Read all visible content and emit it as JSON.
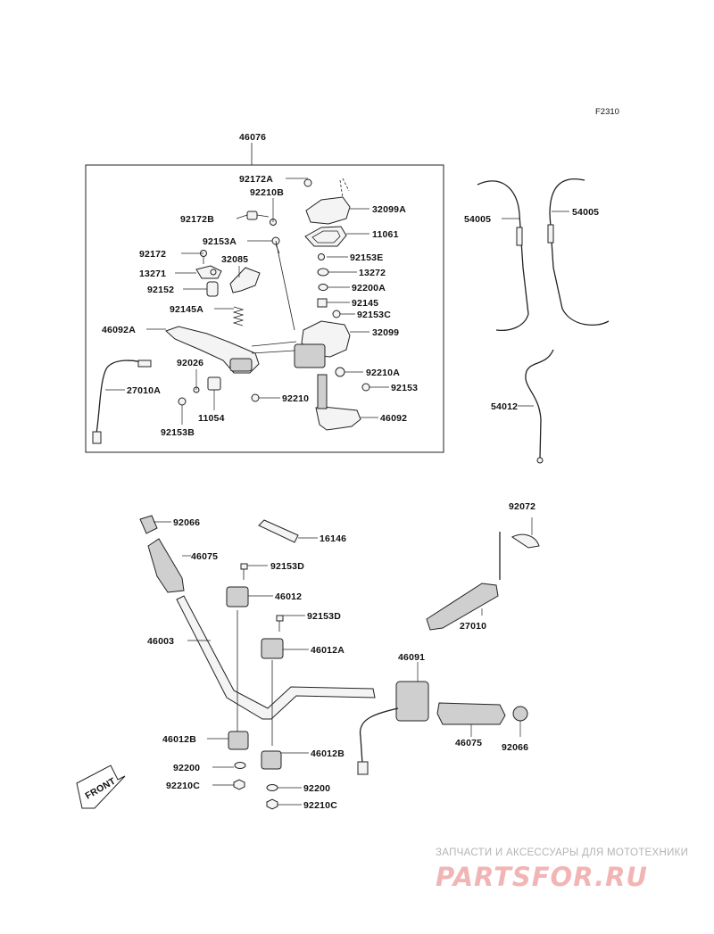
{
  "reference": "F2310",
  "assembly_label": "46076",
  "parts": [
    "92172A",
    "92210B",
    "32099A",
    "92172B",
    "11061",
    "92153A",
    "92172",
    "32085",
    "92153E",
    "13271",
    "13272",
    "92152",
    "92200A",
    "92145A",
    "92145",
    "92153C",
    "46092A",
    "32099",
    "92026",
    "92210A",
    "27010A",
    "92153",
    "11054",
    "92210",
    "46092",
    "92153B",
    "54005",
    "54005",
    "54012",
    "92066",
    "16146",
    "92072",
    "46075",
    "92153D",
    "46012",
    "92153D",
    "27010",
    "46003",
    "46012A",
    "46091",
    "46075",
    "92066",
    "46012B",
    "46012B",
    "92200",
    "92200",
    "92210C",
    "92210C"
  ],
  "front_label": "FRONT",
  "watermark": {
    "caption": "ЗАПЧАСТИ И АКСЕССУАРЫ ДЛЯ МОТОТЕХНИКИ",
    "logo": "PARTSFOR.RU"
  }
}
